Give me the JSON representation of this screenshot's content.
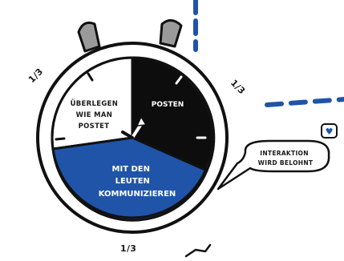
{
  "segments": [
    {
      "label_lines": [
        "ÜBERLEGEN",
        "WIE MAN",
        "POSTET"
      ],
      "color": "#ffffff"
    },
    {
      "label_lines": [
        "POSTEN"
      ],
      "color": "#0d0d0d"
    },
    {
      "label_lines": [
        "MIT DEN",
        "LEUTEN",
        "KOMMUNIZIEREN"
      ],
      "color": "#1f54a8"
    }
  ],
  "fraction_labels": {
    "left": "1/3",
    "right": "1/3",
    "bottom": "1/3"
  },
  "speech_bubble": {
    "lines": [
      "INTERAKTION",
      "WIRD BELOHNT"
    ]
  },
  "heart_badge": "♥",
  "colors": {
    "accent_blue": "#1f54a8",
    "ink": "#111111",
    "button_gray": "#9a9a9a"
  }
}
